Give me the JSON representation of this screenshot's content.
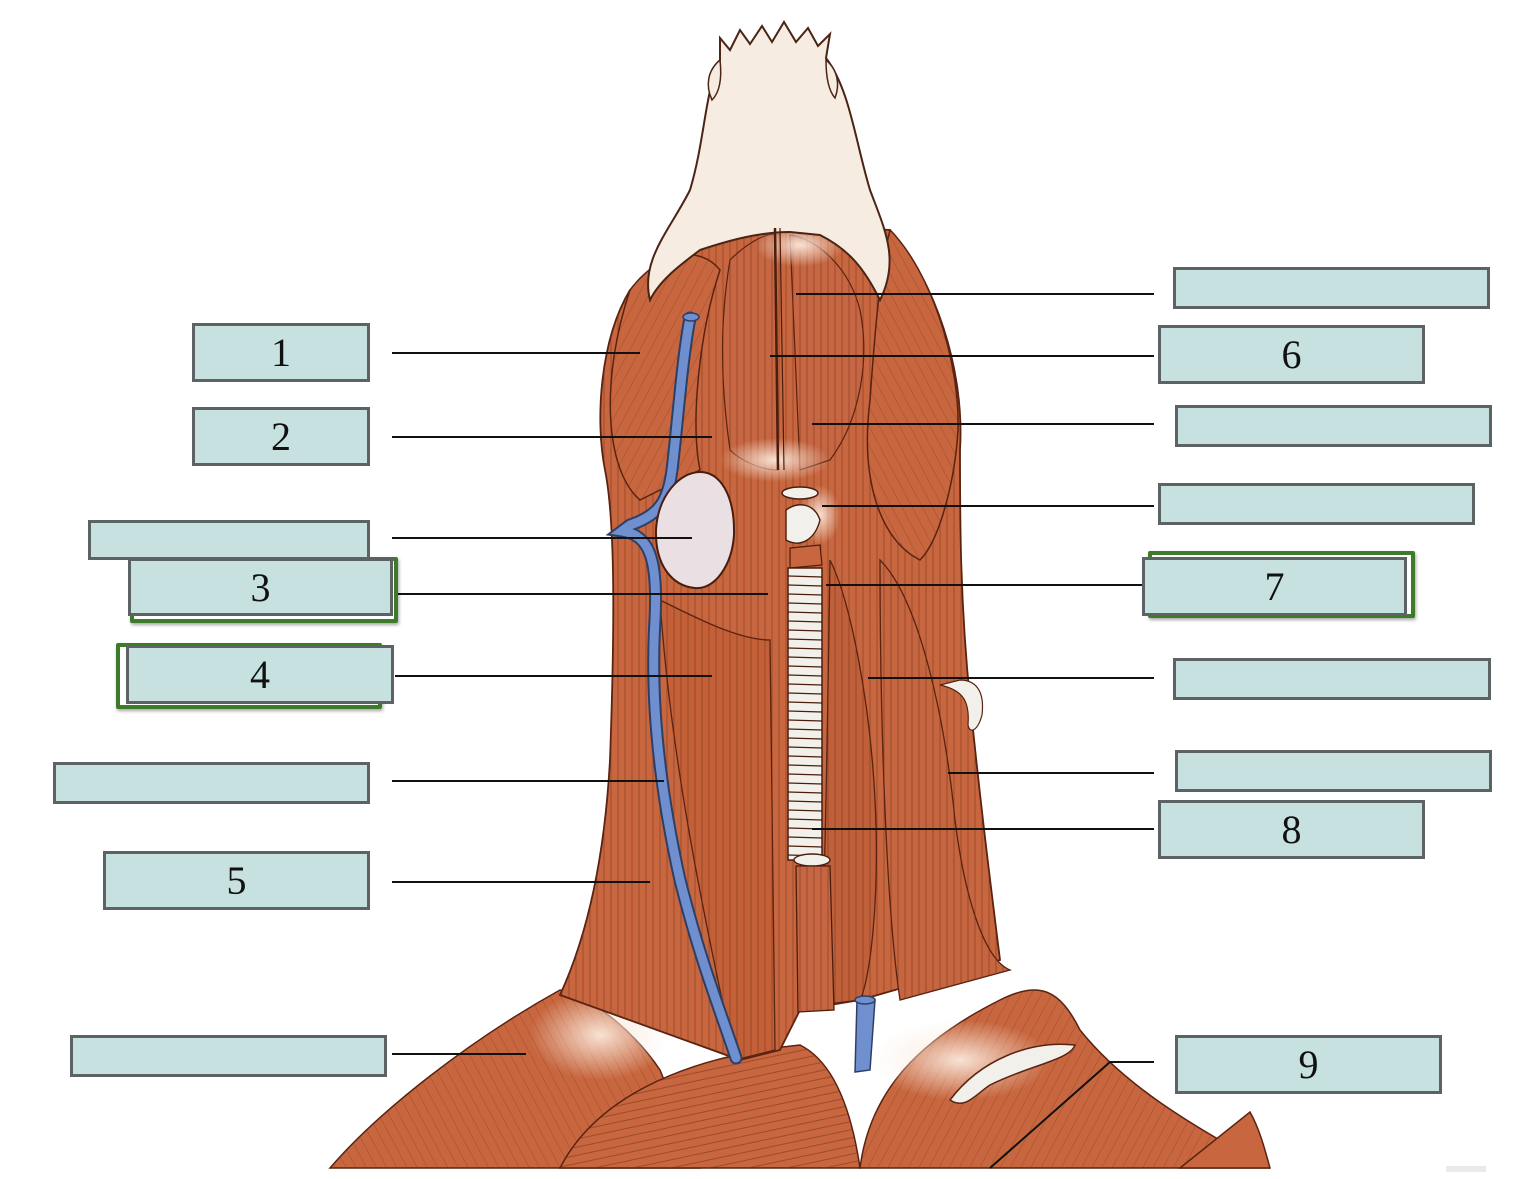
{
  "colors": {
    "muscle": "#c8673f",
    "muscle_dark": "#9c4425",
    "fibre": "#6d2d16",
    "bone": "#f7ece2",
    "vein": "#6f8fcf",
    "gland": "#eadfe3",
    "cartilage": "#f2f0ea",
    "label_fill": "#c7e1e1",
    "label_border": "#5d6264",
    "selection": "#3d7a2a"
  },
  "labels": {
    "l1": "1",
    "l2": "2",
    "l3": "3",
    "l4": "4",
    "l5": "5",
    "l6": "6",
    "l7": "7",
    "l8": "8",
    "l9": "9",
    "blank": ""
  }
}
